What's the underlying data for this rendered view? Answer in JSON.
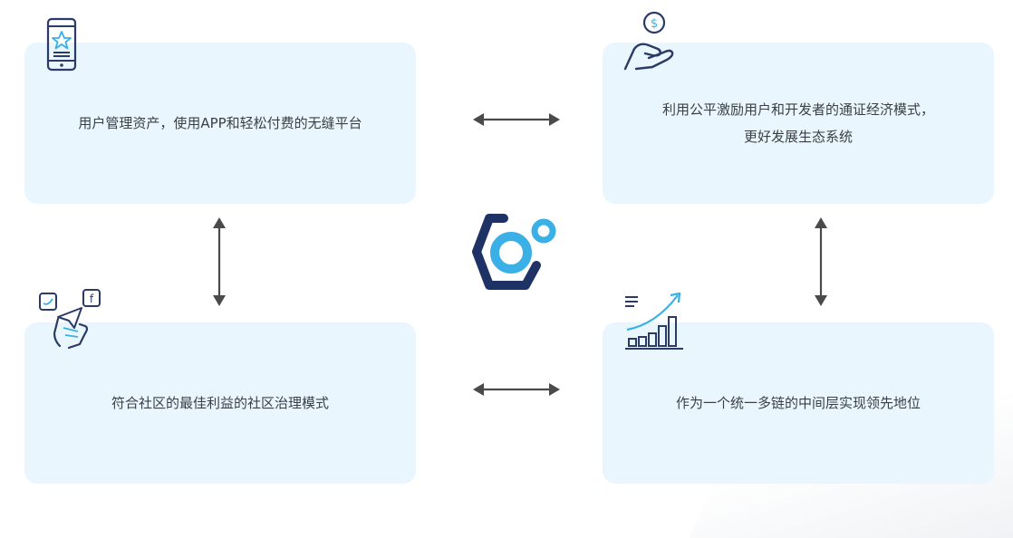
{
  "cards": {
    "top_left": {
      "text": "用户管理资产，使用APP和轻松付费的无缝平台",
      "icon": "mobile-app-star-icon"
    },
    "top_right": {
      "line1": "利用公平激励用户和开发者的通证经济模式，",
      "line2": "更好发展生态系统",
      "icon": "hand-coin-icon"
    },
    "bottom_left": {
      "text": "符合社区的最佳利益的社区治理模式",
      "icon": "social-share-hand-icon"
    },
    "bottom_right": {
      "text": "作为一个统一多链的中间层实现领先地位",
      "icon": "growth-chart-icon"
    }
  },
  "center_logo": "hexagon-circle-logo",
  "colors": {
    "card_bg": "#eaf6fd",
    "text": "#3a3f47",
    "arrow": "#4a4a4a",
    "icon_navy": "#2b3a67",
    "logo_navy": "#1f3266",
    "logo_blue": "#3ab0e6"
  }
}
